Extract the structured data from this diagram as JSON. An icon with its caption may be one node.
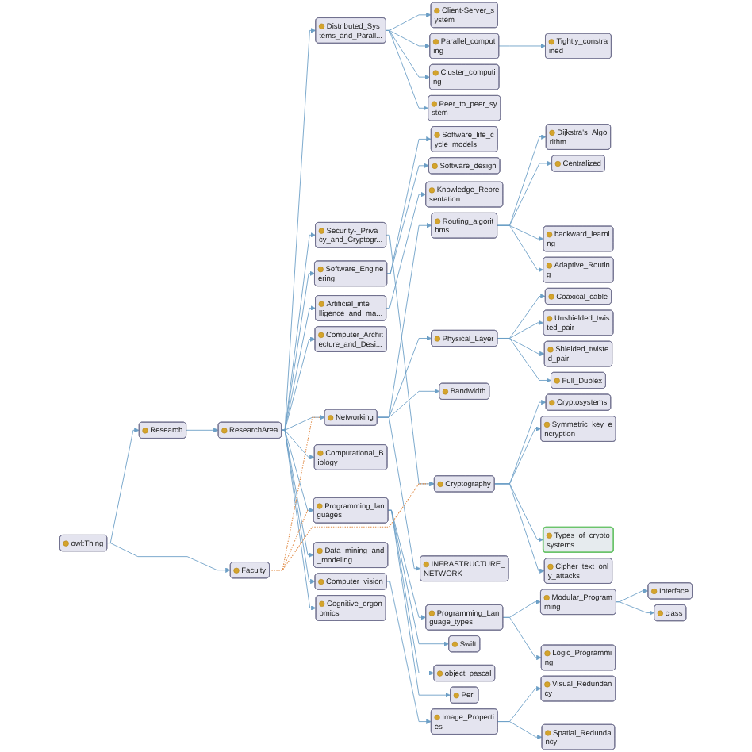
{
  "diagram": {
    "nodes": [
      {
        "text": [
          "owl:Thing"
        ]
      },
      {
        "text": [
          "Research"
        ]
      },
      {
        "text": [
          "ResearchArea"
        ]
      },
      {
        "text": [
          "Tightly_constra ined"
        ]
      },
      {
        "text": [
          "Client-Server_s ystem"
        ]
      },
      {
        "text": [
          "Parallel_comput ing"
        ]
      },
      {
        "text": [
          "Visual_Redundan cy"
        ]
      },
      {
        "text": [
          "Spatial_Redunda ncy"
        ]
      },
      {
        "text": [
          "Image_Properti es"
        ]
      },
      {
        "text": [
          "Cognitive_ergon omics"
        ]
      },
      {
        "text": [
          "Cluster_computi ng"
        ]
      },
      {
        "text": [
          "Computational_B iology"
        ]
      },
      {
        "text": [
          "Routing_algorit hms"
        ]
      },
      {
        "text": [
          "Faculty"
        ]
      },
      {
        "text": [
          "Data_mining_and _modeling"
        ]
      },
      {
        "text": [
          "Cryptography"
        ]
      },
      {
        "text": [
          "Computer_Archit ecture_and_Desi..."
        ]
      },
      {
        "text": [
          "Modular_Program ming"
        ]
      },
      {
        "text": [
          "Peer_to_peer_sy stem"
        ]
      },
      {
        "text": [
          "Artificial_inte lligence_and_ma..."
        ]
      },
      {
        "text": [
          "Programming_lan guages"
        ]
      },
      {
        "text": [
          "Interface"
        ]
      },
      {
        "text": [
          "Knowledge_Repre sentation"
        ]
      },
      {
        "text": [
          "Networking"
        ]
      },
      {
        "text": [
          "class"
        ]
      },
      {
        "text": [
          "INFRASTRUCTURE_ NETWORK"
        ]
      },
      {
        "text": [
          "Perl"
        ]
      },
      {
        "text": [
          "Software_life_c ycle_models"
        ]
      },
      {
        "text": [
          "Programming_Lan guage_types"
        ]
      },
      {
        "text": [
          "Software_Engine ering"
        ]
      },
      {
        "text": [
          "Swift"
        ]
      },
      {
        "text": [
          "object_pascal"
        ]
      },
      {
        "text": [
          "Physical_Layer"
        ]
      },
      {
        "text": [
          "Bandwidth"
        ]
      },
      {
        "text": [
          "Computer_vision"
        ]
      },
      {
        "text": [
          "Security-_Priva cy_and_Cryptogr..."
        ]
      },
      {
        "text": [
          "Full_Duplex"
        ]
      },
      {
        "text": [
          "Dijkstra's_Algo rithm"
        ]
      },
      {
        "text": [
          "Centralized"
        ]
      },
      {
        "text": [
          "Software_design"
        ]
      },
      {
        "text": [
          "Cryptosystems"
        ]
      },
      {
        "text": [
          "backward_learni ng"
        ]
      },
      {
        "text": [
          "Logic_Programmi ng"
        ]
      },
      {
        "text": [
          "Coaxical_cable"
        ]
      },
      {
        "text": [
          "Symmetric_key_e ncryption"
        ]
      },
      {
        "text": [
          "Unshielded_twis ted_pair"
        ]
      },
      {
        "text": [
          "Adaptive_Routin g"
        ]
      },
      {
        "text": [
          "Shielded_twiste d_pair"
        ]
      },
      {
        "text": [
          "Cipher_text_onl y_attacks"
        ]
      },
      {
        "text": [
          "Types_of_crypto systems"
        ]
      },
      {
        "text": [
          "Distributed_Sys tems_and_Parall..."
        ]
      }
    ],
    "edges": [
      {
        "from": 0,
        "to": 1,
        "arrow": "to"
      },
      {
        "from": 1,
        "to": 2,
        "arrow": "to"
      },
      {
        "from": 0,
        "to": 13,
        "arrow": "to"
      },
      {
        "from": 2,
        "to": 50,
        "arrow": "to"
      },
      {
        "from": 2,
        "to": 23,
        "arrow": "to"
      },
      {
        "from": 2,
        "to": 35,
        "arrow": "to"
      },
      {
        "from": 2,
        "to": 20,
        "arrow": "to"
      },
      {
        "from": 2,
        "to": 29,
        "arrow": "to"
      },
      {
        "from": 2,
        "to": 19,
        "arrow": "to"
      },
      {
        "from": 2,
        "to": 16,
        "arrow": "to"
      },
      {
        "from": 2,
        "to": 11,
        "arrow": "to"
      },
      {
        "from": 2,
        "to": 14,
        "arrow": "to"
      },
      {
        "from": 2,
        "to": 34,
        "arrow": "to"
      },
      {
        "from": 2,
        "to": 9,
        "arrow": "to"
      },
      {
        "from": 50,
        "to": 4,
        "arrow": "to"
      },
      {
        "from": 50,
        "to": 5,
        "arrow": "to"
      },
      {
        "from": 50,
        "to": 10,
        "arrow": "to"
      },
      {
        "from": 50,
        "to": 18,
        "arrow": "to"
      },
      {
        "from": 5,
        "to": 3,
        "arrow": "to"
      },
      {
        "from": 23,
        "to": 12,
        "arrow": "to"
      },
      {
        "from": 23,
        "to": 32,
        "arrow": "to"
      },
      {
        "from": 23,
        "to": 33,
        "arrow": "to"
      },
      {
        "from": 23,
        "to": 25,
        "arrow": "to"
      },
      {
        "from": 32,
        "to": 43,
        "arrow": "to"
      },
      {
        "from": 32,
        "to": 45,
        "arrow": "to"
      },
      {
        "from": 32,
        "to": 47,
        "arrow": "to"
      },
      {
        "from": 32,
        "to": 36,
        "arrow": "to"
      },
      {
        "from": 12,
        "to": 37,
        "arrow": "to"
      },
      {
        "from": 12,
        "to": 38,
        "arrow": "to"
      },
      {
        "from": 12,
        "to": 41,
        "arrow": "to"
      },
      {
        "from": 12,
        "to": 46,
        "arrow": "to"
      },
      {
        "from": 35,
        "to": 15,
        "arrow": "to"
      },
      {
        "from": 15,
        "to": 40,
        "arrow": "to"
      },
      {
        "from": 15,
        "to": 44,
        "arrow": "to"
      },
      {
        "from": 15,
        "to": 49,
        "arrow": "to"
      },
      {
        "from": 15,
        "to": 48,
        "arrow": "to"
      },
      {
        "from": 20,
        "to": 28,
        "arrow": "to"
      },
      {
        "from": 20,
        "to": 30,
        "arrow": "to"
      },
      {
        "from": 20,
        "to": 31,
        "arrow": "to"
      },
      {
        "from": 20,
        "to": 26,
        "arrow": "to"
      },
      {
        "from": 28,
        "to": 17,
        "arrow": "to"
      },
      {
        "from": 28,
        "to": 42,
        "arrow": "to"
      },
      {
        "from": 17,
        "to": 21,
        "arrow": "to"
      },
      {
        "from": 17,
        "to": 24,
        "arrow": "to"
      },
      {
        "from": 29,
        "to": 27,
        "arrow": "to"
      },
      {
        "from": 29,
        "to": 39,
        "arrow": "to"
      },
      {
        "from": 19,
        "to": 22,
        "arrow": "to"
      },
      {
        "from": 34,
        "to": 8,
        "arrow": "to"
      },
      {
        "from": 8,
        "to": 6,
        "arrow": "to"
      },
      {
        "from": 8,
        "to": 7,
        "arrow": "to"
      },
      {
        "from": 13,
        "to": 23,
        "arrow": "to",
        "style": "dashed",
        "color": "#e08a44"
      },
      {
        "from": 13,
        "to": 20,
        "arrow": "to",
        "style": "dashed",
        "color": "#e08a44"
      },
      {
        "from": 13,
        "to": 15,
        "arrow": "to",
        "style": "dashed",
        "color": "#e08a44"
      }
    ]
  }
}
